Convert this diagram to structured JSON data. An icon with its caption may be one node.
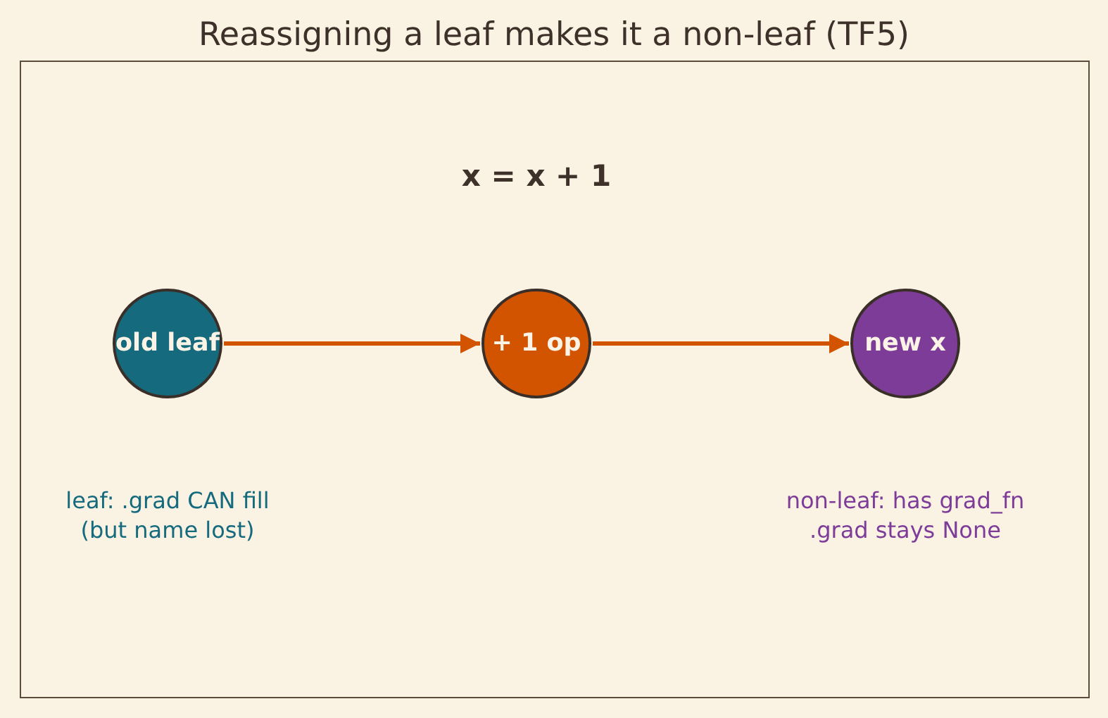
{
  "diagram": {
    "title": "Reassigning a leaf makes it a non-leaf (TF5)",
    "nodes": [
      {
        "text": [
          "old leaf"
        ]
      },
      {
        "text": [
          "+ 1 op"
        ]
      },
      {
        "text": [
          "new x"
        ]
      }
    ],
    "edges": [
      {
        "from": 0,
        "to": 1,
        "arrow": "to"
      },
      {
        "from": 1,
        "to": 2,
        "arrow": "to"
      }
    ],
    "labels": [
      "x = x + 1",
      "leaf: .grad CAN fill (but name lost)",
      "non-leaf: has grad_fn .grad stays None"
    ]
  }
}
